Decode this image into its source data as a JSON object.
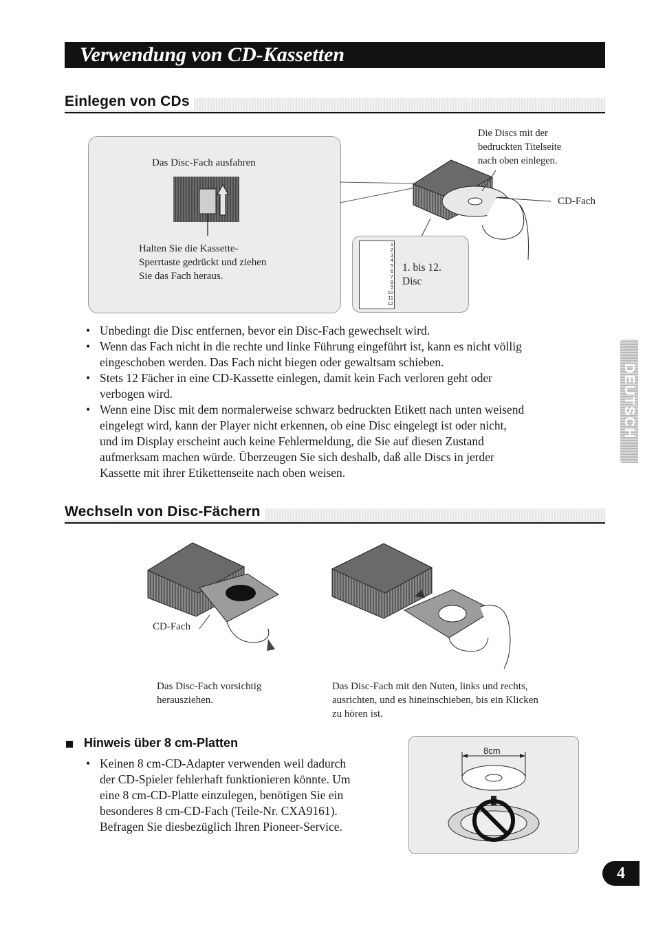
{
  "page_title": "Verwendung von CD-Kassetten",
  "section1": {
    "heading": "Einlegen von CDs",
    "figure": {
      "eject_label": "Das Disc-Fach ausfahren",
      "hold_text": [
        "Halten Sie die Kassette-",
        "Sperrtaste gedrückt und ziehen",
        "Sie das Fach heraus."
      ],
      "discs_note": [
        "Die Discs mit der",
        "bedruckten Titelseite",
        "nach oben einlegen."
      ],
      "cd_tray_label": "CD-Fach",
      "slot_numbers": [
        "1",
        "2",
        "3",
        "4",
        "5",
        "6",
        "7",
        "8",
        "9",
        "10",
        "11",
        "12"
      ],
      "disc_range": [
        "1. bis 12.",
        "Disc"
      ]
    },
    "bullets": [
      [
        "Unbedingt die Disc entfernen, bevor ein Disc-Fach gewechselt wird."
      ],
      [
        "Wenn das Fach nicht in die rechte und linke Führung eingeführt ist, kann es nicht völlig",
        "eingeschoben werden. Das Fach nicht biegen oder gewaltsam schieben."
      ],
      [
        "Stets 12 Fächer in eine CD-Kassette einlegen, damit kein Fach verloren geht oder",
        "verbogen wird."
      ],
      [
        "Wenn eine Disc mit dem normalerweise schwarz bedruckten Etikett nach unten weisend",
        "eingelegt wird, kann der Player nicht erkennen, ob eine Disc eingelegt ist oder nicht,",
        "und im Display erscheint auch keine Fehlermeldung, die Sie auf diesen Zustand",
        "aufmerksam machen würde. Überzeugen Sie sich deshalb, daß alle Discs in jerder",
        "Kassette mit ihrer Etikettenseite nach oben weisen."
      ]
    ]
  },
  "section2": {
    "heading": "Wechseln von Disc-Fächern",
    "left_fig_label": "CD-Fach",
    "left_caption": [
      "Das Disc-Fach vorsichtig",
      "herausziehen."
    ],
    "right_caption": [
      "Das Disc-Fach mit den Nuten, links und rechts,",
      "ausrichten, und es hineinschieben, bis ein Klicken",
      "zu hören ist."
    ]
  },
  "note": {
    "heading": "Hinweis über 8 cm-Platten",
    "bullet": [
      "Keinen 8 cm-CD-Adapter verwenden weil dadurch",
      "der CD-Spieler fehlerhaft funktionieren könnte. Um",
      "eine 8 cm-CD-Platte einzulegen, benötigen Sie ein",
      "besonderes 8 cm-CD-Fach (Teile-Nr. CXA9161).",
      "Befragen Sie diesbezüglich Ihren Pioneer-Service."
    ],
    "figure_label": "8cm"
  },
  "side_tab": "DEUTSCH",
  "page_number": "4"
}
